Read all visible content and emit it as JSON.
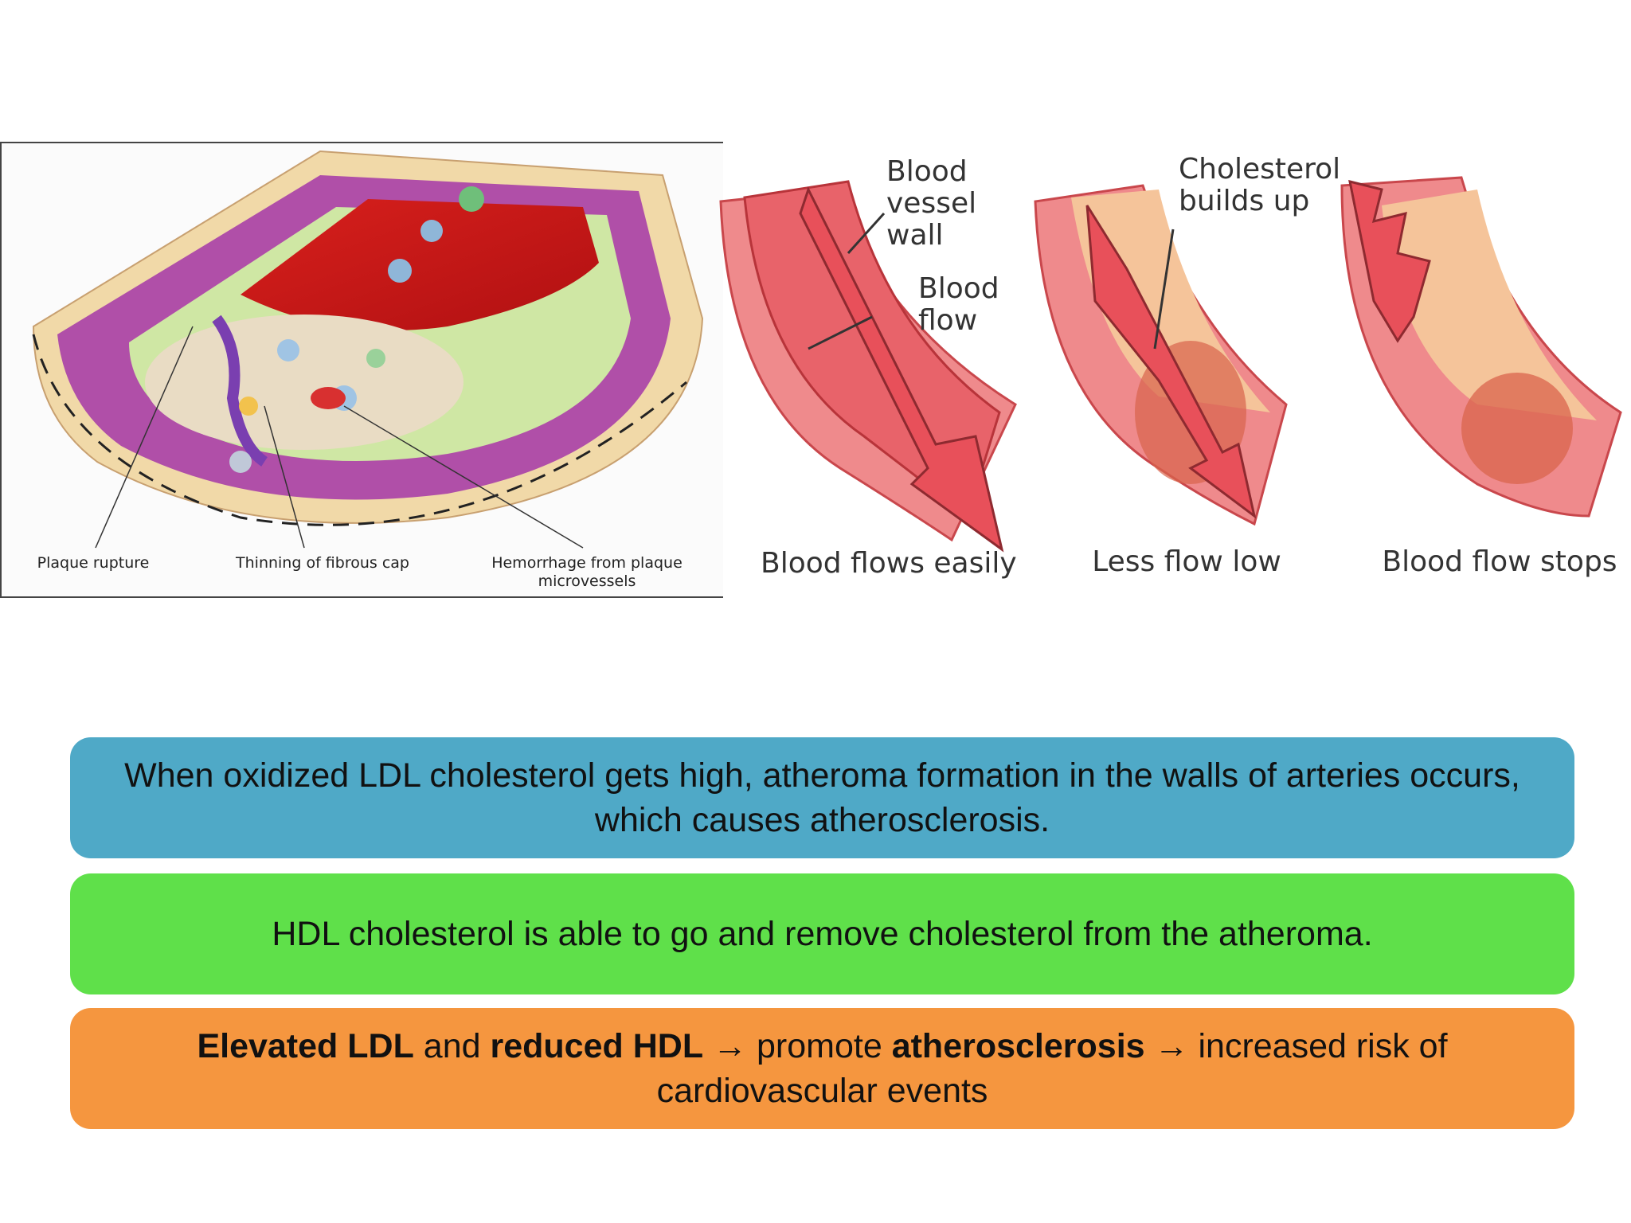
{
  "left_figure": {
    "captions": {
      "plaque_rupture": "Plaque rupture",
      "thinning": "Thinning of fibrous cap",
      "hemorrhage": "Hemorrhage from plaque microvessels"
    }
  },
  "right_figure": {
    "labels": {
      "vessel_wall": "Blood vessel wall",
      "blood_flow": "Blood flow",
      "cholesterol": "Cholesterol builds up"
    },
    "stages": [
      "Blood flows easily",
      "Less flow low",
      "Blood flow stops"
    ]
  },
  "boxes": {
    "box1": "When oxidized LDL cholesterol gets high,  atheroma formation in the walls of arteries occurs, which causes atherosclerosis.",
    "box2": "HDL cholesterol is able to go and remove  cholesterol from the atheroma.",
    "box3": {
      "part1_bold": "Elevated LDL",
      "part2": " and ",
      "part3_bold": "reduced HDL",
      "part4": " → promote ",
      "part5_bold": "atherosclerosis",
      "part6": " → increased risk of cardiovascular events"
    }
  },
  "colors": {
    "box1": "#4fa9c7",
    "box2": "#5fe04a",
    "box3": "#f5963f",
    "artery": "#e8636a",
    "plaque": "#f5c49a"
  }
}
